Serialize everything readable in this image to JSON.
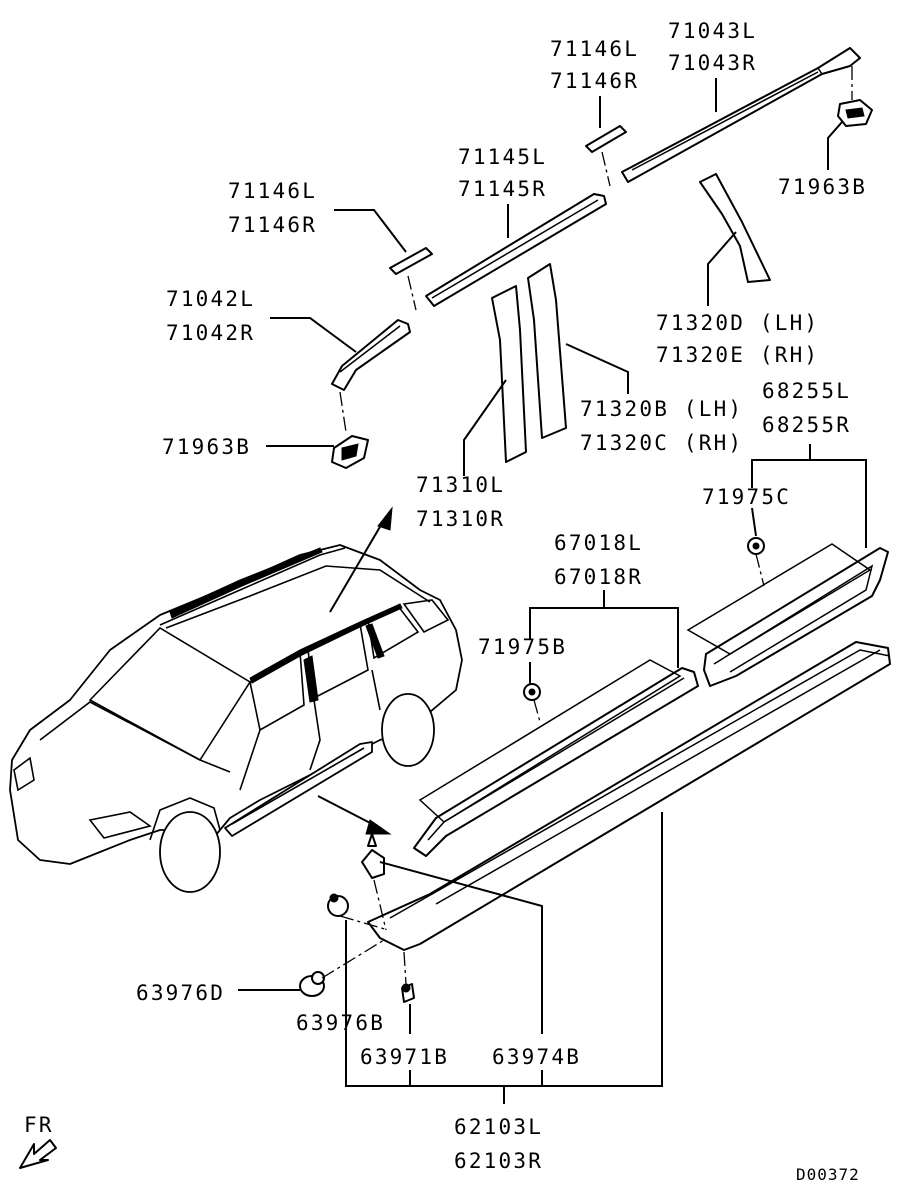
{
  "labels": {
    "p71043L": "71043L",
    "p71043R": "71043R",
    "p71146L_top": "71146L",
    "p71146R_top": "71146R",
    "p71963B_right": "71963B",
    "p71145L": "71145L",
    "p71145R": "71145R",
    "p71146L_mid": "71146L",
    "p71146R_mid": "71146R",
    "p71042L": "71042L",
    "p71042R": "71042R",
    "p71963B_left": "71963B",
    "p71320D": "71320D (LH)",
    "p71320E": "71320E (RH)",
    "p71320B": "71320B (LH)",
    "p71320C": "71320C (RH)",
    "p71310L": "71310L",
    "p71310R": "71310R",
    "p68255L": "68255L",
    "p68255R": "68255R",
    "p71975C": "71975C",
    "p67018L": "67018L",
    "p67018R": "67018R",
    "p71975B": "71975B",
    "p63976D": "63976D",
    "p63976B": "63976B",
    "p63971B": "63971B",
    "p63974B": "63974B",
    "p62103L": "62103L",
    "p62103R": "62103R",
    "fr": "FR",
    "figure_id": "D00372"
  }
}
